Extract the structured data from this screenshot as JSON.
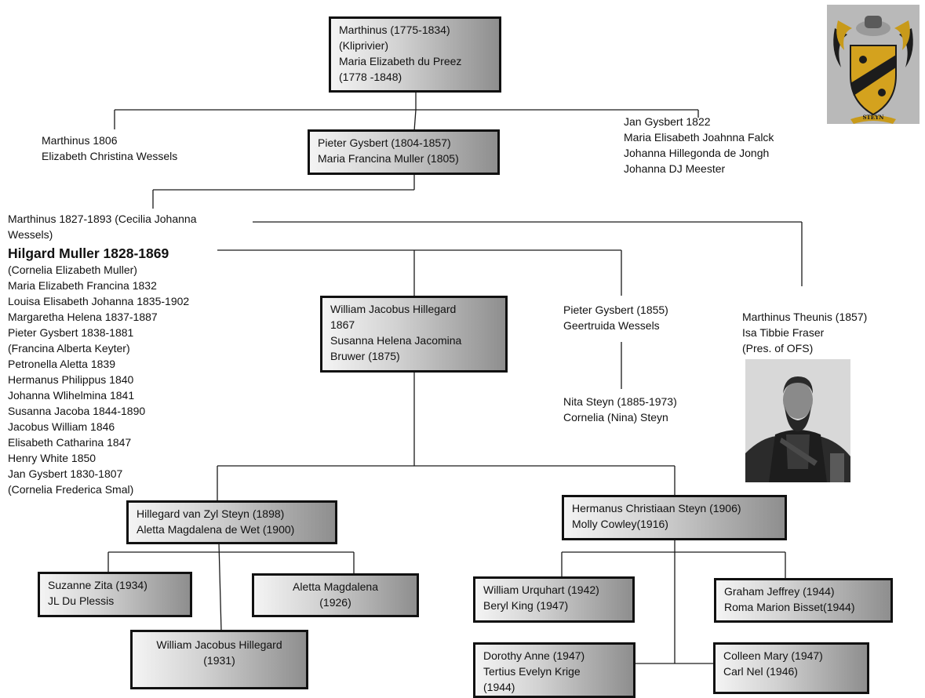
{
  "chart": {
    "root": {
      "lines": [
        "Marthinus (1775-1834)",
        "(Kliprivier)",
        "Maria Elizabeth du Preez",
        "(1778 -1848)"
      ]
    },
    "gen2_left": {
      "lines": [
        "Marthinus 1806",
        "Elizabeth Christina Wessels"
      ]
    },
    "gen2_center": {
      "lines": [
        "Pieter Gysbert (1804-1857)",
        "Maria Francina Muller (1805)"
      ]
    },
    "gen2_right": {
      "lines": [
        "Jan Gysbert 1822",
        "Maria Elisabeth Joahnna Falck",
        "Johanna Hillegonda de Jongh",
        "Johanna DJ Meester"
      ]
    },
    "gen3_first": {
      "lines": [
        "Marthinus 1827-1893 (Cecilia Johanna",
        "Wessels)"
      ]
    },
    "gen3_hilgard": "Hilgard Muller 1828-1869",
    "gen3_list": {
      "lines": [
        "(Cornelia Elizabeth Muller)",
        "Maria Elizabeth Francina 1832",
        "Louisa Elisabeth Johanna 1835-1902",
        "Margaretha Helena 1837-1887",
        "Pieter Gysbert 1838-1881",
        "(Francina Alberta Keyter)",
        "Petronella Aletta 1839",
        "Hermanus Philippus 1840",
        "Johanna Wlihelmina 1841",
        "Susanna Jacoba 1844-1890",
        "Jacobus William 1846",
        "Elisabeth Catharina 1847",
        "Henry White 1850",
        "Jan Gysbert 1830-1807",
        "(Cornelia Frederica Smal)"
      ]
    },
    "gen4_william": {
      "lines": [
        "William Jacobus Hillegard",
        "1867",
        "Susanna Helena Jacomina",
        "Bruwer (1875)"
      ]
    },
    "gen4_pieter": {
      "lines": [
        "Pieter Gysbert (1855)",
        "Geertruida Wessels"
      ]
    },
    "gen4_nita": {
      "lines": [
        "Nita Steyn (1885-1973)",
        "Cornelia (Nina) Steyn"
      ]
    },
    "gen4_marthinus_theunis": {
      "lines": [
        "Marthinus Theunis (1857)",
        "Isa Tibbie Fraser",
        "(Pres. of OFS)"
      ]
    },
    "gen5_hillegard": {
      "lines": [
        "Hillegard van Zyl Steyn (1898)",
        "Aletta Magdalena de Wet (1900)"
      ]
    },
    "gen5_hermanus": {
      "lines": [
        "Hermanus Christiaan Steyn (1906)",
        "Molly Cowley(1916)"
      ]
    },
    "gen6_suzanne": {
      "lines": [
        "Suzanne Zita (1934)",
        "JL Du Plessis"
      ]
    },
    "gen6_aletta": {
      "lines": [
        "Aletta Magdalena",
        "(1926)"
      ]
    },
    "gen6_william_jh": {
      "lines": [
        "William Jacobus Hillegard",
        "(1931)"
      ]
    },
    "gen6_william_u": {
      "lines": [
        "William Urquhart (1942)",
        "Beryl King (1947)"
      ]
    },
    "gen6_graham": {
      "lines": [
        "Graham Jeffrey (1944)",
        "Roma Marion Bisset(1944)"
      ]
    },
    "gen6_dorothy": {
      "lines": [
        "Dorothy Anne (1947)",
        "Tertius Evelyn Krige",
        "(1944)"
      ]
    },
    "gen6_colleen": {
      "lines": [
        "Colleen Mary (1947)",
        "Carl Nel (1946)"
      ]
    }
  },
  "crest_label": "STEYN",
  "colors": {
    "crest_gold": "#d4a21e",
    "crest_dark": "#1c1c1c",
    "line": "#1a1a1a"
  },
  "icons": {
    "crest": "steyn-family-crest",
    "portrait": "portrait-photo"
  }
}
